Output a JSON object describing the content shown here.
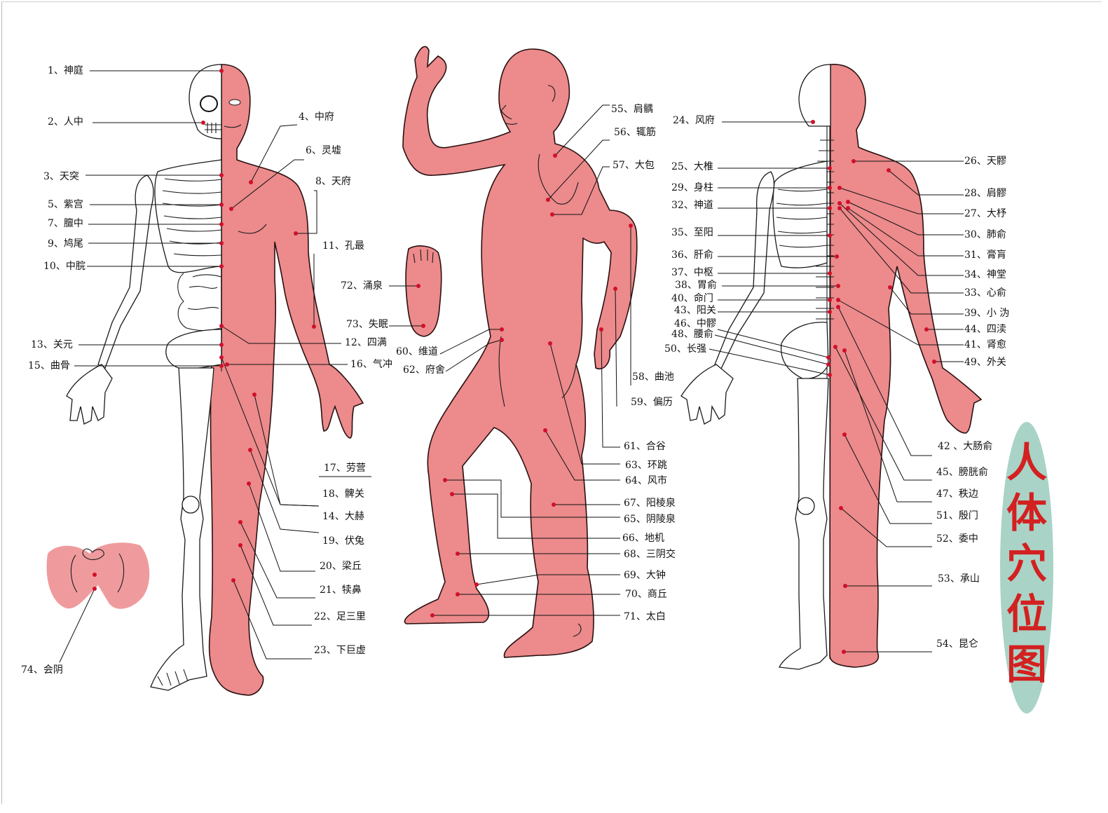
{
  "title": "人体穴位图",
  "colors": {
    "skin": "#ec8a8c",
    "point": "#d0102a",
    "title_badge": "#a9d3c6",
    "title_text": "#d32020",
    "line": "#111111"
  },
  "acupoints": [
    {
      "id": "p1",
      "label": "1、神庭"
    },
    {
      "id": "p2",
      "label": "2、人中"
    },
    {
      "id": "p3",
      "label": "3、天突"
    },
    {
      "id": "p4",
      "label": "4、中府"
    },
    {
      "id": "p5",
      "label": "5、紫宫"
    },
    {
      "id": "p6",
      "label": "6、灵墟"
    },
    {
      "id": "p7",
      "label": "7、膻中"
    },
    {
      "id": "p8",
      "label": "8、天府"
    },
    {
      "id": "p9",
      "label": "9、鸠尾"
    },
    {
      "id": "p10",
      "label": "10、中脘"
    },
    {
      "id": "p11",
      "label": "11、孔最"
    },
    {
      "id": "p12",
      "label": "12、四满"
    },
    {
      "id": "p13",
      "label": "13、关元"
    },
    {
      "id": "p14",
      "label": "14、大赫"
    },
    {
      "id": "p15",
      "label": "15、曲骨"
    },
    {
      "id": "p16",
      "label": "16、气冲"
    },
    {
      "id": "p17",
      "label": "17、劳营"
    },
    {
      "id": "p18",
      "label": "18、髀关"
    },
    {
      "id": "p19",
      "label": "19、伏兔"
    },
    {
      "id": "p20",
      "label": "20、梁丘"
    },
    {
      "id": "p21",
      "label": "21、犊鼻"
    },
    {
      "id": "p22",
      "label": "22、足三里"
    },
    {
      "id": "p23",
      "label": "23、下巨虚"
    },
    {
      "id": "p24",
      "label": "24、风府"
    },
    {
      "id": "p25",
      "label": "25、大椎"
    },
    {
      "id": "p26",
      "label": "26、天髎"
    },
    {
      "id": "p27",
      "label": "27、大杼"
    },
    {
      "id": "p28",
      "label": "28、肩髎"
    },
    {
      "id": "p29",
      "label": "29、身柱"
    },
    {
      "id": "p30",
      "label": "30、肺俞"
    },
    {
      "id": "p31",
      "label": "31、膏肓"
    },
    {
      "id": "p32",
      "label": "32、神道"
    },
    {
      "id": "p33",
      "label": "33、心俞"
    },
    {
      "id": "p34",
      "label": "34、神堂"
    },
    {
      "id": "p35",
      "label": "35、至阳"
    },
    {
      "id": "p36",
      "label": "36、肝俞"
    },
    {
      "id": "p37",
      "label": "37、中枢"
    },
    {
      "id": "p38",
      "label": "38、胃俞"
    },
    {
      "id": "p39",
      "label": "39、小 沩"
    },
    {
      "id": "p40",
      "label": "40、命门"
    },
    {
      "id": "p41",
      "label": "41、肾愈"
    },
    {
      "id": "p42",
      "label": "42 、大肠俞"
    },
    {
      "id": "p43",
      "label": "43、阳关"
    },
    {
      "id": "p44",
      "label": "44、四渎"
    },
    {
      "id": "p45",
      "label": "45、膀胱俞"
    },
    {
      "id": "p46",
      "label": "46、中髎"
    },
    {
      "id": "p47",
      "label": "47、秩边"
    },
    {
      "id": "p48",
      "label": "48、腰俞"
    },
    {
      "id": "p49",
      "label": "49、外关"
    },
    {
      "id": "p50",
      "label": "50、长强"
    },
    {
      "id": "p51",
      "label": "51、殷门"
    },
    {
      "id": "p52",
      "label": "52、委中"
    },
    {
      "id": "p53",
      "label": "53、承山"
    },
    {
      "id": "p54",
      "label": "54、昆仑"
    },
    {
      "id": "p55",
      "label": "55、肩髃"
    },
    {
      "id": "p56",
      "label": "56、辄筋"
    },
    {
      "id": "p57",
      "label": "57、大包"
    },
    {
      "id": "p58",
      "label": "58、曲池"
    },
    {
      "id": "p59",
      "label": "59、偏历"
    },
    {
      "id": "p60",
      "label": "60、维道"
    },
    {
      "id": "p61",
      "label": "61、合谷"
    },
    {
      "id": "p62",
      "label": "62、府舍"
    },
    {
      "id": "p63",
      "label": "63、环跳"
    },
    {
      "id": "p64",
      "label": "64、风市"
    },
    {
      "id": "p65",
      "label": "65、阴陵泉"
    },
    {
      "id": "p66",
      "label": "66、地机"
    },
    {
      "id": "p67",
      "label": "67、阳棱泉"
    },
    {
      "id": "p68",
      "label": "68、三阴交"
    },
    {
      "id": "p69",
      "label": "69、大钟"
    },
    {
      "id": "p70",
      "label": "70、商丘"
    },
    {
      "id": "p71",
      "label": "71、太白"
    },
    {
      "id": "p72",
      "label": "72、涌泉"
    },
    {
      "id": "p73",
      "label": "73、失眠"
    },
    {
      "id": "p74",
      "label": "74、会阴"
    }
  ]
}
